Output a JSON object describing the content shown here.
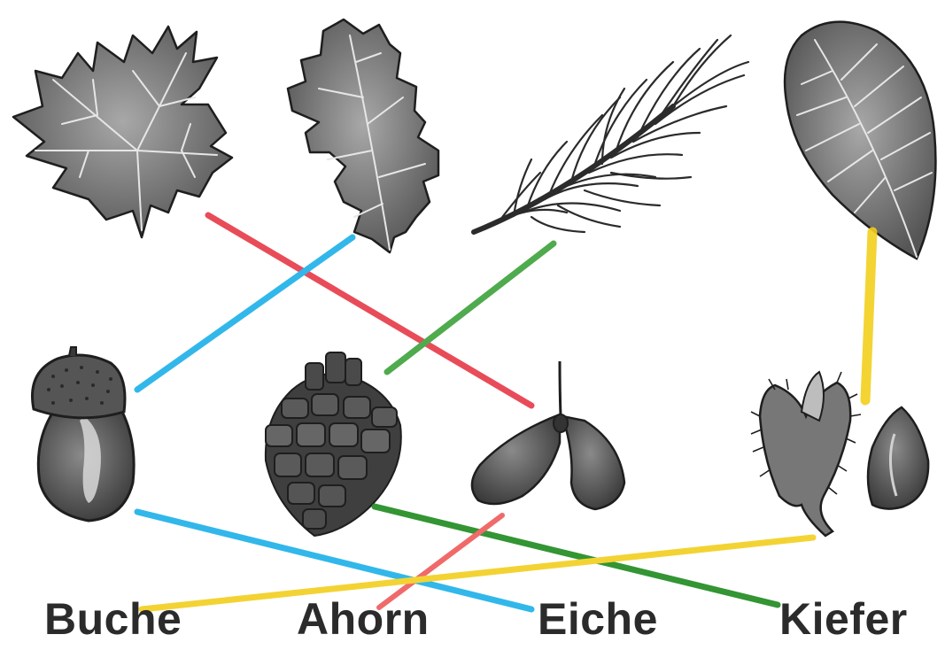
{
  "labels": {
    "buche": "Buche",
    "ahorn": "Ahorn",
    "eiche": "Eiche",
    "kiefer": "Kiefer"
  },
  "colors": {
    "ahorn": "#e63946",
    "eiche": "#1cb0e8",
    "kiefer": "#3da33a",
    "kiefer_dark": "#1e8a1e",
    "buche": "#f2cf1d",
    "leaf_fill": "#6e6e6e",
    "leaf_light": "#9a9a9a",
    "outline": "#1e1e1e"
  },
  "items": {
    "leaves": [
      "maple-leaf",
      "oak-leaf",
      "pine-twig",
      "beech-leaf"
    ],
    "fruits": [
      "acorn",
      "pine-cone",
      "maple-seed",
      "beechnut"
    ]
  }
}
